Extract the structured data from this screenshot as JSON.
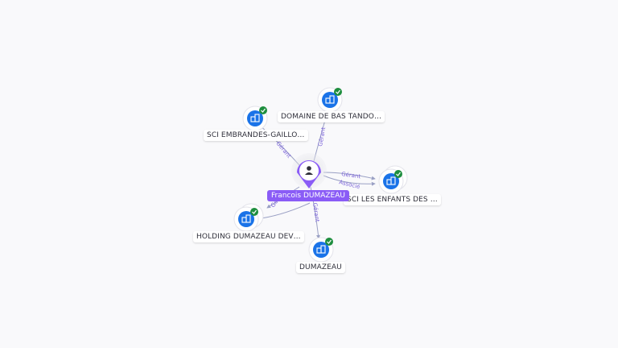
{
  "colors": {
    "person": "#8a5cf6",
    "company": "#1a73e8",
    "check": "#1e8e3e",
    "edge": "#9aa0c4",
    "edge_label": "#7b63d9"
  },
  "person": {
    "name": "Francois DUMAZEAU",
    "icon": "person-icon"
  },
  "companies": [
    {
      "id": "c1",
      "label": "DOMAINE DE BAS TANDO…",
      "icon": "building-icon",
      "verified": true
    },
    {
      "id": "c2",
      "label": "SCI EMBRANDES-GAILLO…",
      "icon": "building-icon",
      "verified": true
    },
    {
      "id": "c3",
      "label": "SCI LES ENFANTS DES …",
      "icon": "building-icon",
      "verified": true
    },
    {
      "id": "c4",
      "label": "HOLDING DUMAZEAU DEV…",
      "icon": "building-icon",
      "verified": true
    },
    {
      "id": "c5",
      "label": "DUMAZEAU",
      "icon": "building-icon",
      "verified": true
    }
  ],
  "edges": [
    {
      "to": "c1",
      "labels": [
        "Gérant"
      ]
    },
    {
      "to": "c2",
      "labels": [
        "Gérant"
      ]
    },
    {
      "to": "c3",
      "labels": [
        "Gérant",
        "Associé"
      ]
    },
    {
      "to": "c4",
      "labels": [
        "Gérant"
      ]
    },
    {
      "to": "c5",
      "labels": [
        "Gérant"
      ]
    }
  ]
}
